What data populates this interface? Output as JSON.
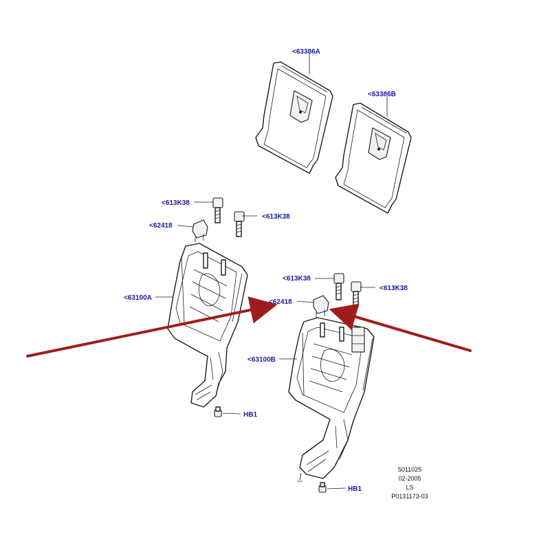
{
  "callouts": {
    "c63386a": "<63386A",
    "c63386b": "<63386B",
    "c613k38_a1": "<613K38",
    "c613k38_a2": "<613K38",
    "c62418_a": "<62418",
    "c63100a": "<63100A",
    "c613k38_b1": "<613K38",
    "c613k38_b2": "<613K38",
    "c62418_b": "<62418",
    "c63100b": "<63100B",
    "hb1_a": "HB1",
    "hb1_b": "HB1"
  },
  "info_block": {
    "line1": "5011025",
    "line2": "02-2005",
    "line3": "LS",
    "line4": "P0131173-03"
  },
  "colors": {
    "callout_text": "#1a1aa0",
    "arrow": "#a01c1c",
    "line_art": "#1a1a1a"
  }
}
